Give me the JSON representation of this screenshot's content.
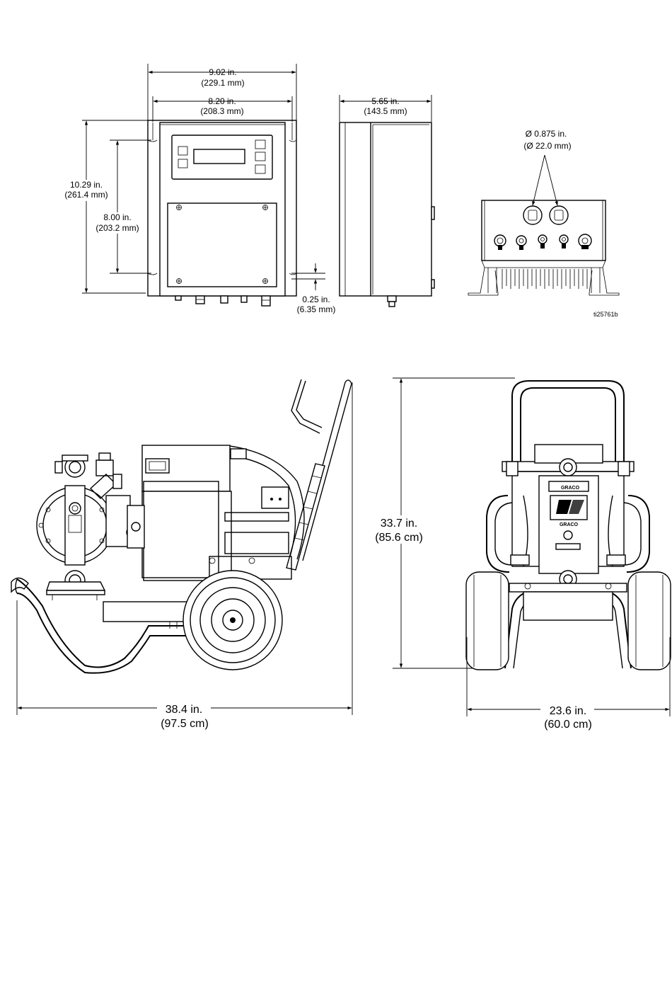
{
  "drawing_id": "ti25761b",
  "brand": "GRACO",
  "control_box": {
    "overall_width": [
      "9.02 in.",
      "(229.1 mm)"
    ],
    "mount_width": [
      "8.20 in.",
      "(208.3 mm)"
    ],
    "depth": [
      "5.65 in.",
      "(143.5 mm)"
    ],
    "overall_height": [
      "10.29 in.",
      "(261.4 mm)"
    ],
    "mount_height": [
      "8.00 in.",
      "(203.2 mm)"
    ],
    "mount_offset": [
      "0.25 in.",
      "(6.35 mm)"
    ],
    "port_diameter": [
      "Ø 0.875 in.",
      "(Ø 22.0 mm)"
    ]
  },
  "cart": {
    "length": [
      "38.4 in.",
      "(97.5 cm)"
    ],
    "height": [
      "33.7 in.",
      "(85.6 cm)"
    ],
    "width": [
      "23.6 in.",
      "(60.0 cm)"
    ]
  }
}
